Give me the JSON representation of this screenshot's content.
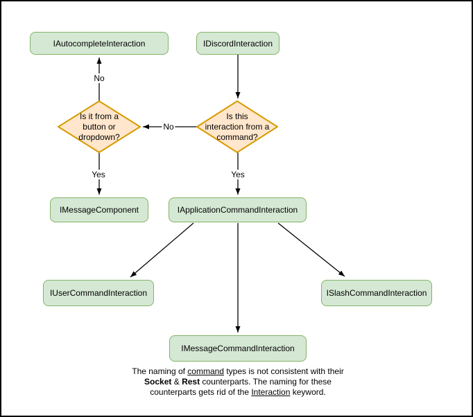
{
  "colors": {
    "node_fill": "#d5e8d4",
    "node_border": "#82b366",
    "decision_fill": "#ffe6cc",
    "decision_border": "#d79b00",
    "edge": "#000000",
    "canvas_border": "#000000",
    "background": "#ffffff"
  },
  "nodes": {
    "autocomplete": "IAutocompleteInteraction",
    "discord": "IDiscordInteraction",
    "message_component": "IMessageComponent",
    "application_command": "IApplicationCommandInteraction",
    "user_command": "IUserCommandInteraction",
    "slash_command": "ISlashCommandInteraction",
    "message_command": "IMessageCommandInteraction"
  },
  "decisions": {
    "button_dropdown": "Is it from a\nbutton or\ndropdown?",
    "from_command": "Is this\ninteraction from a\ncommand?"
  },
  "edge_labels": {
    "no_to_autocomplete": "No",
    "no_between_decisions": "No",
    "yes_to_message_component": "Yes",
    "yes_to_application_command": "Yes"
  },
  "caption": {
    "line1_pre": "The naming of ",
    "line1_underline": "command",
    "line1_post": " types is not consistent with their",
    "line2_bold1": "Socket",
    "line2_mid": " & ",
    "line2_bold2": "Rest",
    "line2_post": " counterparts. The naming for these",
    "line3_pre": "counterparts gets rid of the ",
    "line3_underline": "Interaction",
    "line3_post": " keyword."
  }
}
